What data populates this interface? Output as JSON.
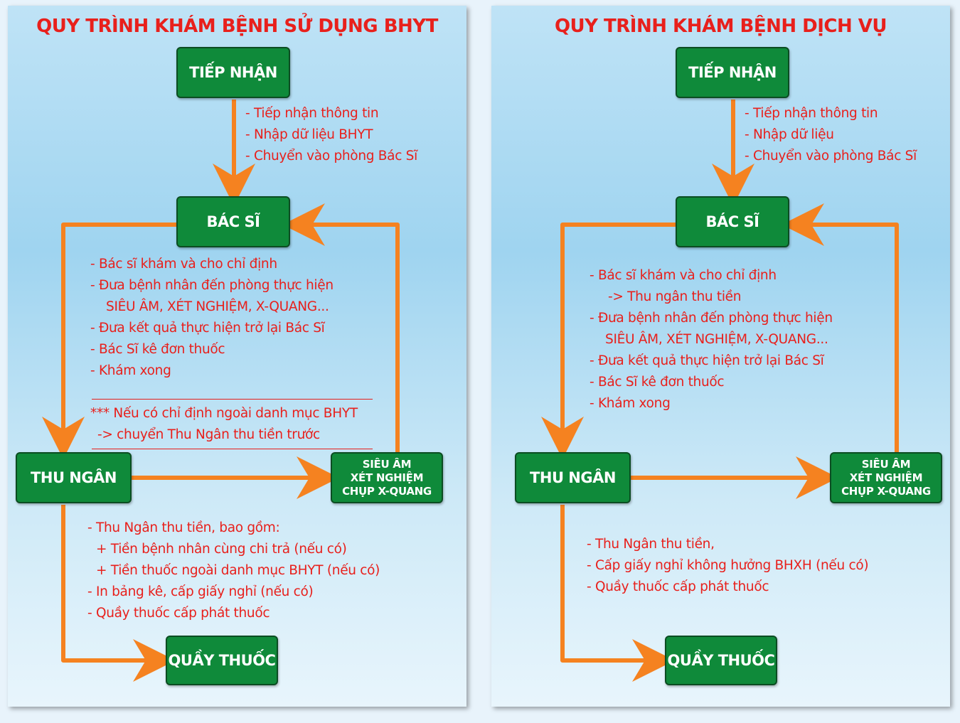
{
  "left": {
    "title": "QUY TRÌNH KHÁM BỆNH SỬ DỤNG BHYT",
    "nodes": {
      "reception": "TIẾP NHẬN",
      "doctor": "BÁC SĨ",
      "cashier": "THU NGÂN",
      "imaging": [
        "SIÊU ÂM",
        "XÉT NGHIỆM",
        "CHỤP X-QUANG"
      ],
      "pharmacy": "QUẦY THUỐC"
    },
    "reception_notes": [
      "- Tiếp nhận thông tin",
      "- Nhập dữ liệu BHYT",
      "- Chuyển vào phòng Bác Sĩ"
    ],
    "doctor_notes": [
      "- Bác sĩ khám và cho chỉ định",
      "- Đưa bệnh nhân đến phòng thực hiện",
      "SIÊU ÂM, XÉT NGHIỆM, X-QUANG...",
      "- Đưa kết quả thực hiện trở lại Bác Sĩ",
      "- Bác Sĩ kê đơn thuốc",
      "- Khám xong"
    ],
    "special_notes": [
      "*** Nếu có chỉ định ngoài danh mục BHYT",
      "-> chuyển  Thu Ngân thu tiền trước"
    ],
    "cashier_notes": [
      "- Thu Ngân thu tiền, bao gồm:",
      "+ Tiền bệnh nhân cùng chi trả (nếu có)",
      "+ Tiền thuốc ngoài danh mục BHYT (nếu có)",
      "- In bảng kê, cấp giấy nghỉ (nếu có)",
      "- Quầy thuốc cấp phát thuốc"
    ]
  },
  "right": {
    "title": "QUY TRÌNH KHÁM BỆNH DỊCH VỤ",
    "nodes": {
      "reception": "TIẾP NHẬN",
      "doctor": "BÁC SĨ",
      "cashier": "THU NGÂN",
      "imaging": [
        "SIÊU ÂM",
        "XÉT NGHIỆM",
        "CHỤP X-QUANG"
      ],
      "pharmacy": "QUẦY THUỐC"
    },
    "reception_notes": [
      "- Tiếp nhận thông tin",
      "- Nhập dữ liệu",
      "- Chuyển vào phòng Bác Sĩ"
    ],
    "doctor_notes": [
      "- Bác sĩ khám và cho chỉ định",
      "-> Thu ngân thu tiền",
      "- Đưa bệnh nhân đến phòng thực hiện",
      "SIÊU ÂM, XÉT NGHIỆM, X-QUANG...",
      "- Đưa kết quả thực hiện trở lại Bác Sĩ",
      "- Bác Sĩ kê đơn thuốc",
      "- Khám xong"
    ],
    "cashier_notes": [
      "- Thu Ngân thu tiền,",
      "- Cấp giấy nghỉ không hưởng BHXH (nếu có)",
      "- Quầy thuốc cấp phát thuốc"
    ]
  },
  "colors": {
    "title": "#e8201c",
    "node": "#0f8a3a",
    "arrow": "#f58220"
  }
}
